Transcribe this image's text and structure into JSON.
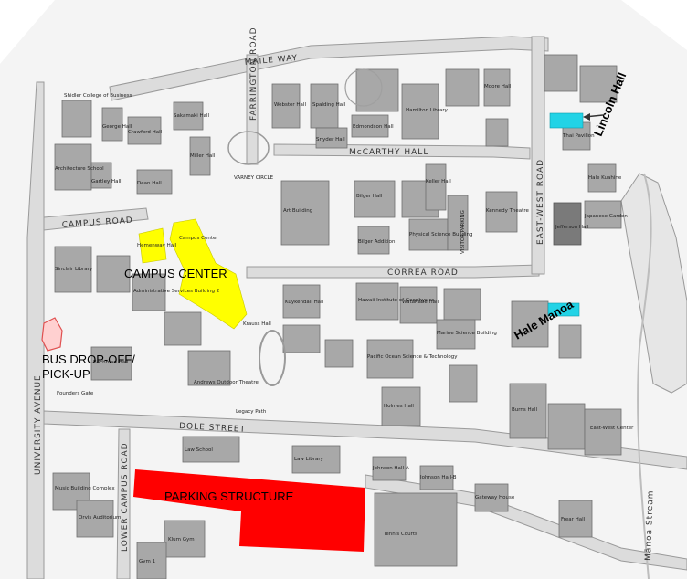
{
  "roads": {
    "maile_way": "MAILE WAY",
    "mccarthy_hall": "McCARTHY HALL",
    "campus_road": "CAMPUS ROAD",
    "correa_road": "CORREA ROAD",
    "dole_street": "DOLE STREET",
    "university_avenue": "UNIVERSITY AVENUE",
    "east_west_road": "EAST-WEST ROAD",
    "farrington_road": "FARRINGTON ROAD",
    "lower_campus_road": "LOWER CAMPUS ROAD",
    "manoa_stream": "Mānoa Stream"
  },
  "highlights": {
    "campus_center": "CAMPUS CENTER",
    "bus_dropoff_line1": "BUS DROP-OFF/",
    "bus_dropoff_line2": "PICK-UP",
    "parking_structure": "PARKING STRUCTURE",
    "lincoln_hall": "Lincoln Hall",
    "hale_manoa": "Hale Manoa"
  },
  "buildings": {
    "shidler": "Shidler College of Business",
    "george_hall": "George Hall",
    "crawford": "Crawford Hall",
    "sakamaki": "Sakamaki Hall",
    "spalding": "Spalding Hall",
    "hamilton": "Hamilton Library",
    "webster": "Webster Hall",
    "moore": "Moore Hall",
    "art_building": "Art Building",
    "bilger": "Bilger Hall",
    "keller": "Keller Hall",
    "kennedy_theatre": "Kennedy Theatre",
    "visitor_parking": "VISITOR PARKING",
    "hemenway": "Hemenway Hall",
    "campus_center_bldg": "Campus Center",
    "sinclair": "Sinclair Library",
    "kuykendall": "Kuykendall Hall",
    "watanabe": "Watanabe Hall",
    "holmes": "Holmes Hall",
    "burns": "Burns Hall",
    "law_library": "Law Library",
    "law_school": "Law School",
    "tennis_courts": "Tennis Courts",
    "klum_gym": "Klum Gym",
    "gym1": "Gym 1",
    "founders_gate": "Founders Gate",
    "varney_circle": "VARNEY CIRCLE",
    "architecture": "Architecture School",
    "gartley": "Gartley Hall",
    "dean": "Dean Hall",
    "miller": "Miller Hall",
    "physical_science": "Physical Science Building",
    "biomed": "Bilger Addition",
    "snyder": "Snyder Hall",
    "edmondson": "Edmondson Hall",
    "music": "Music Building Complex",
    "orvis": "Orvis Auditorium",
    "johnson_a": "Johnson Hall-A",
    "johnson_b": "Johnson Hall-B",
    "gateway": "Gateway House",
    "frear": "Frear Hall",
    "japanese_garden": "Japanese Garden",
    "jefferson": "Jefferson Hall",
    "thai_pavilion": "Thai Pavilion",
    "hale_kuahine": "Hale Kuahine",
    "marine_science": "Marine Science Building",
    "pacific_ocean": "Pacific Ocean Science & Technology",
    "hawaii_inst": "Hawaii Institute of Geophysics",
    "kennedy_campus": "Krauss Hall",
    "andrews": "Andrews Outdoor Theatre",
    "bachman": "Bachman Hall",
    "admin_services": "Administrative Services Building 2",
    "legacy_path": "Legacy Path",
    "east_west_center": "East-West Center"
  },
  "colors": {
    "yellow": "#ffff00",
    "red": "#ff0000",
    "cyan": "#22d3e6",
    "pink_dropoff": "#f08080",
    "lincoln_arrow": "#333333"
  }
}
